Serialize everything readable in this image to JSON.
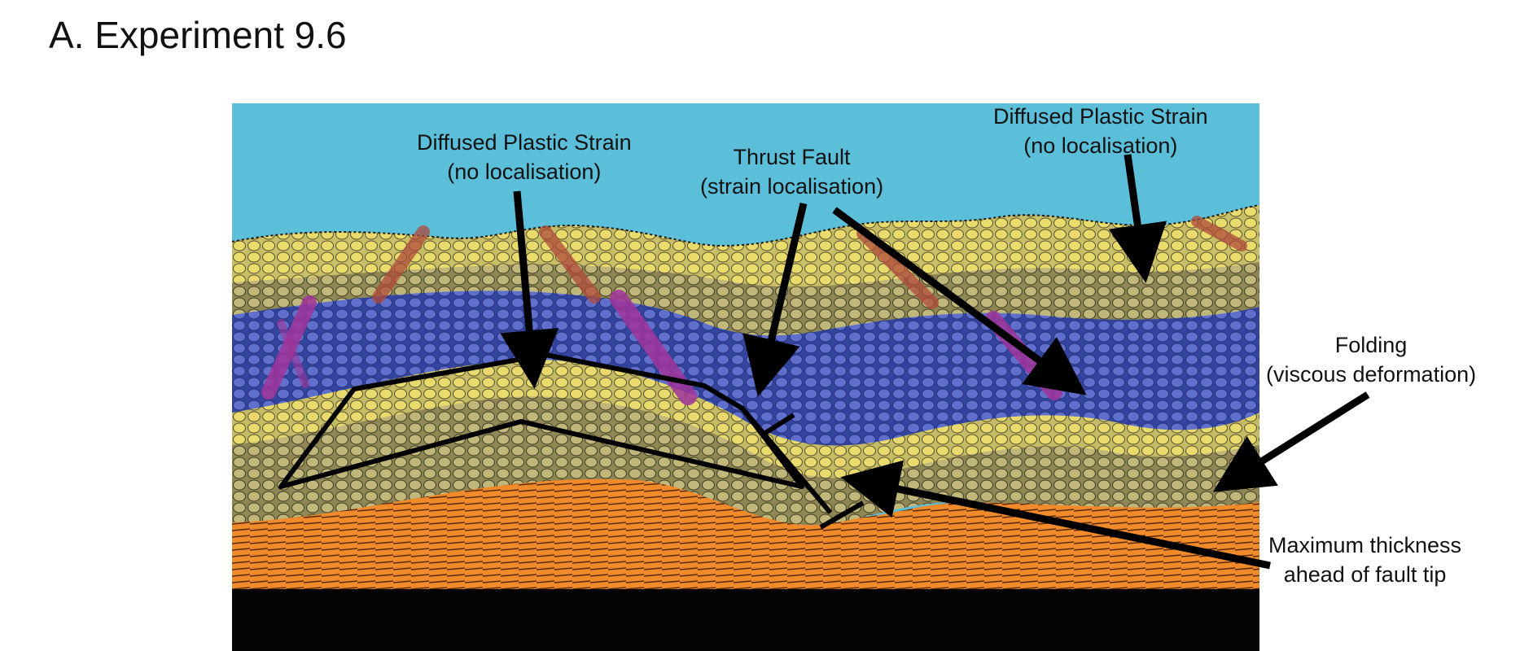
{
  "title": "A. Experiment 9.6",
  "annotations": {
    "diffused_left": {
      "line1": "Diffused Plastic Strain",
      "line2": "(no localisation)"
    },
    "thrust_fault": {
      "line1": "Thrust Fault",
      "line2": "(strain localisation)"
    },
    "diffused_right": {
      "line1": "Diffused Plastic Strain",
      "line2": "(no localisation)"
    },
    "folding": {
      "line1": "Folding",
      "line2": "(viscous deformation)"
    },
    "max_thickness": {
      "line1": "Maximum thickness",
      "line2": "ahead of fault tip"
    }
  },
  "colors": {
    "sky": "#5bbfda",
    "yellow_layer": "#e6d65a",
    "olive_layer": "#b5ac6c",
    "blue_layer": "#3f4fb0",
    "orange_base": "#f08a2a",
    "black_base": "#050505",
    "strain_band": "#a1359b",
    "annotation": "#000000"
  }
}
